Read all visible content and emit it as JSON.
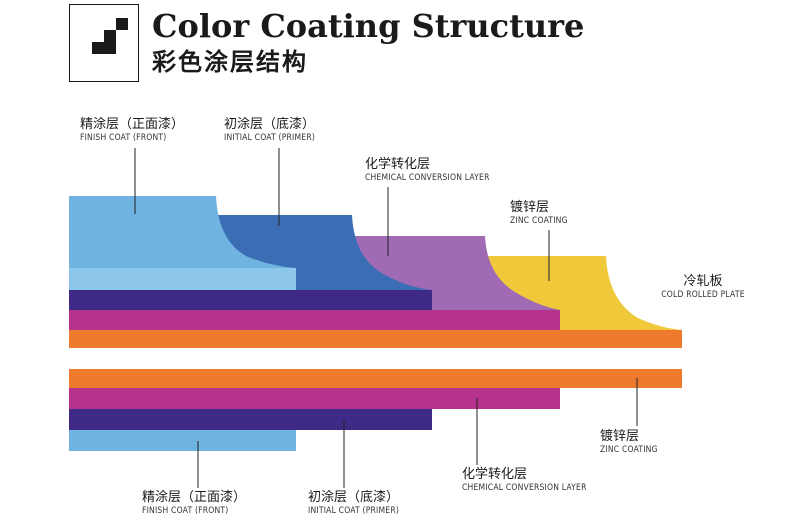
{
  "header": {
    "title": "Color Coating Structure",
    "subtitle": "彩色涂层结构",
    "logo_icon": "checker-square-logo"
  },
  "colors": {
    "finish_coat": "#6FB3E0",
    "finish_coat_light": "#8CC6EB",
    "primer": "#3B6DB5",
    "primer_dark": "#2E57A2",
    "chemical_layer": "#A06AB5",
    "chemical_dark": "#3E2A86",
    "zinc_coating": "#F0C93A",
    "zinc_band": "#B5338C",
    "cold_rolled_plate": "#EE7B2D",
    "line": "#222222",
    "text": "#1a1a1a"
  },
  "labels": {
    "top": [
      {
        "id": "finish",
        "cn": "精涂层（正面漆）",
        "en": "FINISH COAT (FRONT)"
      },
      {
        "id": "primer",
        "cn": "初涂层（底漆）",
        "en": "INITIAL COAT (PRIMER)"
      },
      {
        "id": "chemical",
        "cn": "化学转化层",
        "en": "CHEMICAL CONVERSION LAYER"
      },
      {
        "id": "zinc",
        "cn": "镀锌层",
        "en": "ZINC COATING"
      },
      {
        "id": "plate",
        "cn": "冷轧板",
        "en": "COLD ROLLED PLATE"
      }
    ],
    "bottom": [
      {
        "id": "finish",
        "cn": "精涂层（正面漆）",
        "en": "FINISH COAT (FRONT)"
      },
      {
        "id": "primer",
        "cn": "初涂层（底漆）",
        "en": "INITIAL COAT (PRIMER)"
      },
      {
        "id": "chemical",
        "cn": "化学转化层",
        "en": "CHEMICAL CONVERSION LAYER"
      },
      {
        "id": "zinc",
        "cn": "镀锌层",
        "en": "ZINC COATING"
      }
    ]
  }
}
